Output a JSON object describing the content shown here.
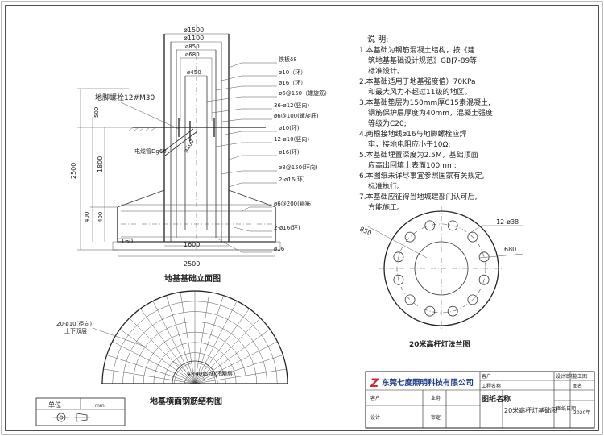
{
  "elevation": {
    "diam_labels": [
      "ø1500",
      "ø1100",
      "ø850",
      "ø680",
      "ø450"
    ],
    "anchor_label": "地脚螺栓12#M30",
    "conduit_label": "电缆管Dg60",
    "angle_label": "ø100",
    "left_dims": [
      "500",
      "2500",
      "1800",
      "400",
      "400"
    ],
    "bottom_dims": [
      "160",
      "1600",
      "2500"
    ],
    "rebar_labels": [
      "铁板δ8",
      "ø10（环）",
      "ø16（环）",
      "ø6@150（螺旋筋）",
      "36-ø12(竖向)",
      "ø6@100(螺旋筋)",
      "ø10(环)",
      "12-ø10(竖向)",
      "ø16(环)",
      "ø8@150(环向)",
      "2-ø16(环)",
      "ø6@200(箍筋)",
      "2-ø16(环)",
      "ø16"
    ],
    "title": "地基基础立面图"
  },
  "notes": {
    "heading": "说  明:",
    "lines": [
      "1.本基础为钢筋混凝土结构，按《建",
      "筑地基基础设计规范》GBJ7-89等",
      "标准设计。",
      "2.本基础适用于地基强度值）70KPa",
      "和最大风力不超过11级的地区。",
      "3.本基础垫层为150mm厚C15素混凝土,",
      "钢筋保护层厚度为40mm，混凝土强度",
      "等级为C20;",
      "4.两根接地线ø16与地脚螺栓应焊",
      "牢，接地电阻应小于10Ω;",
      "5.本基础埋置深度为2.5M，基础顶面",
      "应高出回填土表面100mm;",
      "6.本图纸未详尽事宜参照国家有关规定,",
      "标准执行。",
      "7.本基础应征得当地城建部门认可后,",
      "方能施工。"
    ]
  },
  "flange": {
    "outer_label": "850",
    "holes_label": "12-ø38",
    "inner_label": "680",
    "title": "20米高杆灯法兰图"
  },
  "plan": {
    "label1": "20-ø10(径向)",
    "label1b": "上下双层",
    "label2": "4×40扁铁(环两层)",
    "title": "地基横面钢筋结构图"
  },
  "unit_box": {
    "label": "单位",
    "value": "mm"
  },
  "title_block": {
    "company": "东莞七度照明科技有限公司",
    "logo_letter": "Z",
    "client_label": "客户",
    "design_label": "设计",
    "project_label": "工程名称",
    "client_value": "",
    "approve_label": "业务",
    "review_label": "审定",
    "drawing_name_label": "图纸名称",
    "drawing_name": "20米高杆灯基础图",
    "designer_label": "设计审核",
    "construct_label": "施工图",
    "drawing_no_label": "图纸日期",
    "drawing_date": "2020年",
    "section_label": "图名"
  }
}
